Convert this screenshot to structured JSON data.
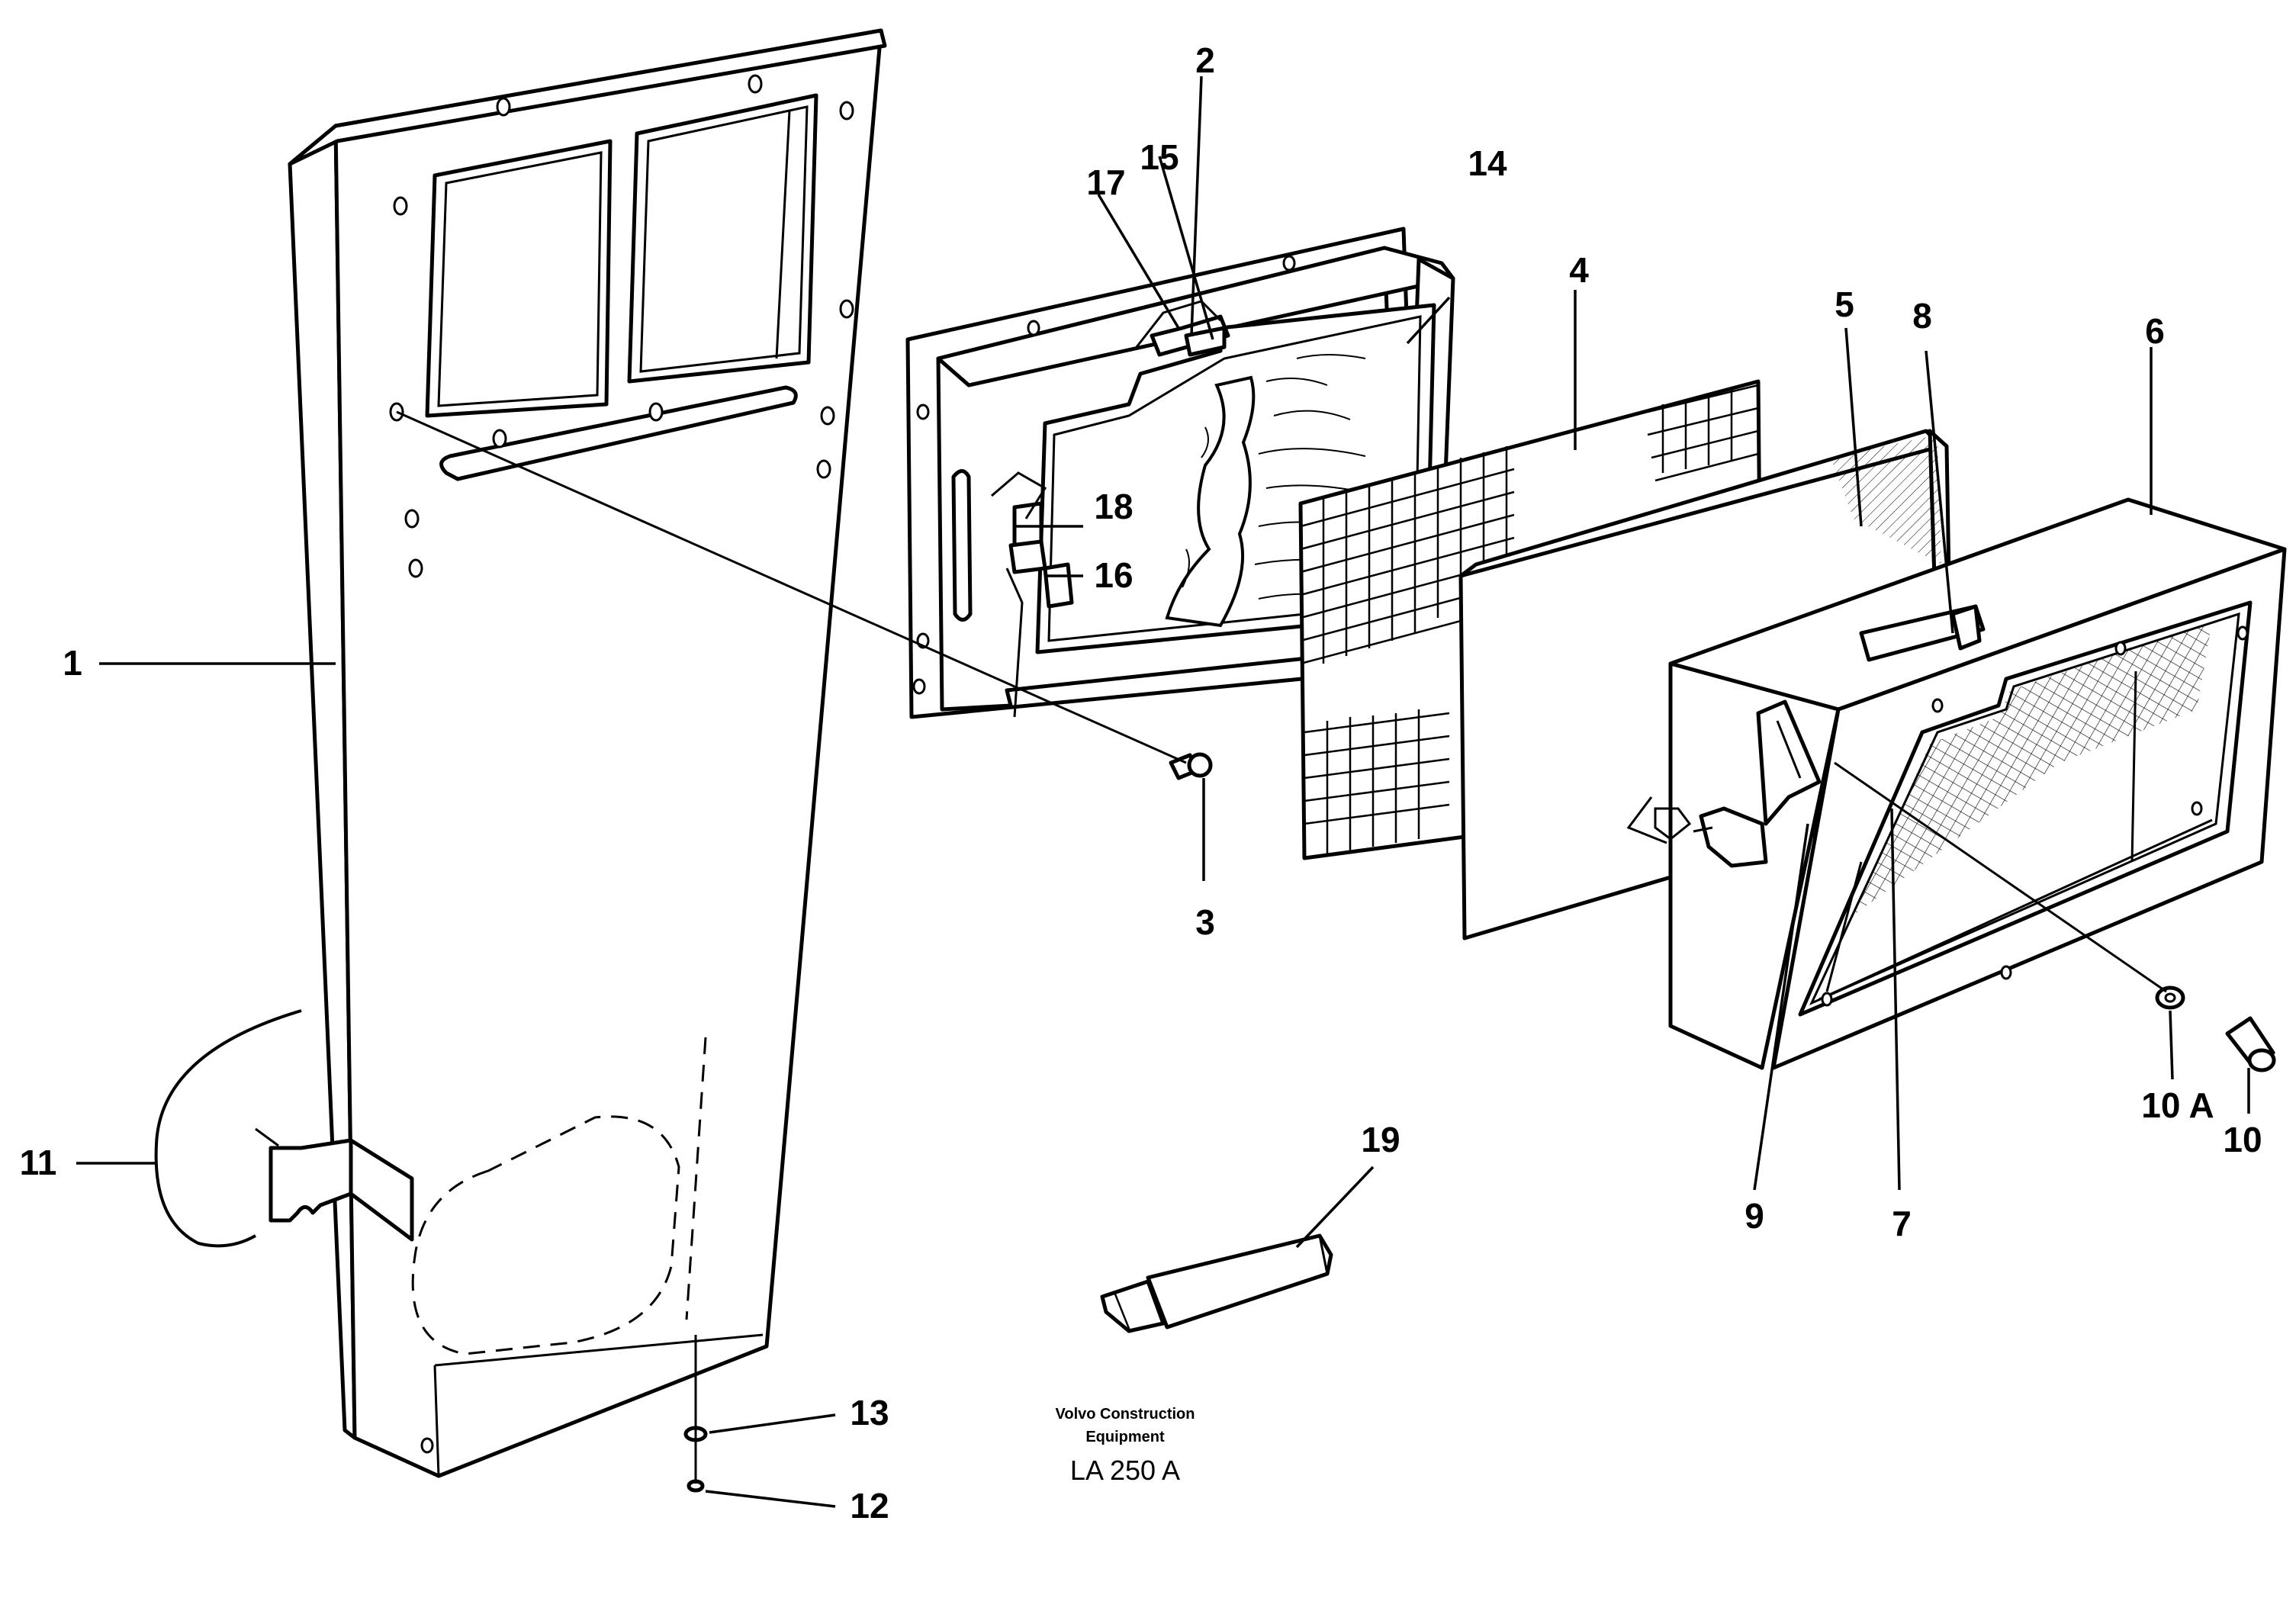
{
  "callouts": {
    "c1": "1",
    "c2": "2",
    "c3": "3",
    "c4": "4",
    "c5": "5",
    "c6": "6",
    "c7": "7",
    "c8": "8",
    "c9": "9",
    "c10": "10",
    "c10a": "10 A",
    "c11": "11",
    "c12": "12",
    "c13": "13",
    "c14": "14",
    "c15": "15",
    "c16": "16",
    "c17": "17",
    "c18": "18",
    "c19": "19"
  },
  "caption": {
    "company_line1": "Volvo Construction",
    "company_line2": "Equipment",
    "drawing_ref": "LA 250 A"
  },
  "colors": {
    "ink": "#000000",
    "paper": "#ffffff"
  }
}
